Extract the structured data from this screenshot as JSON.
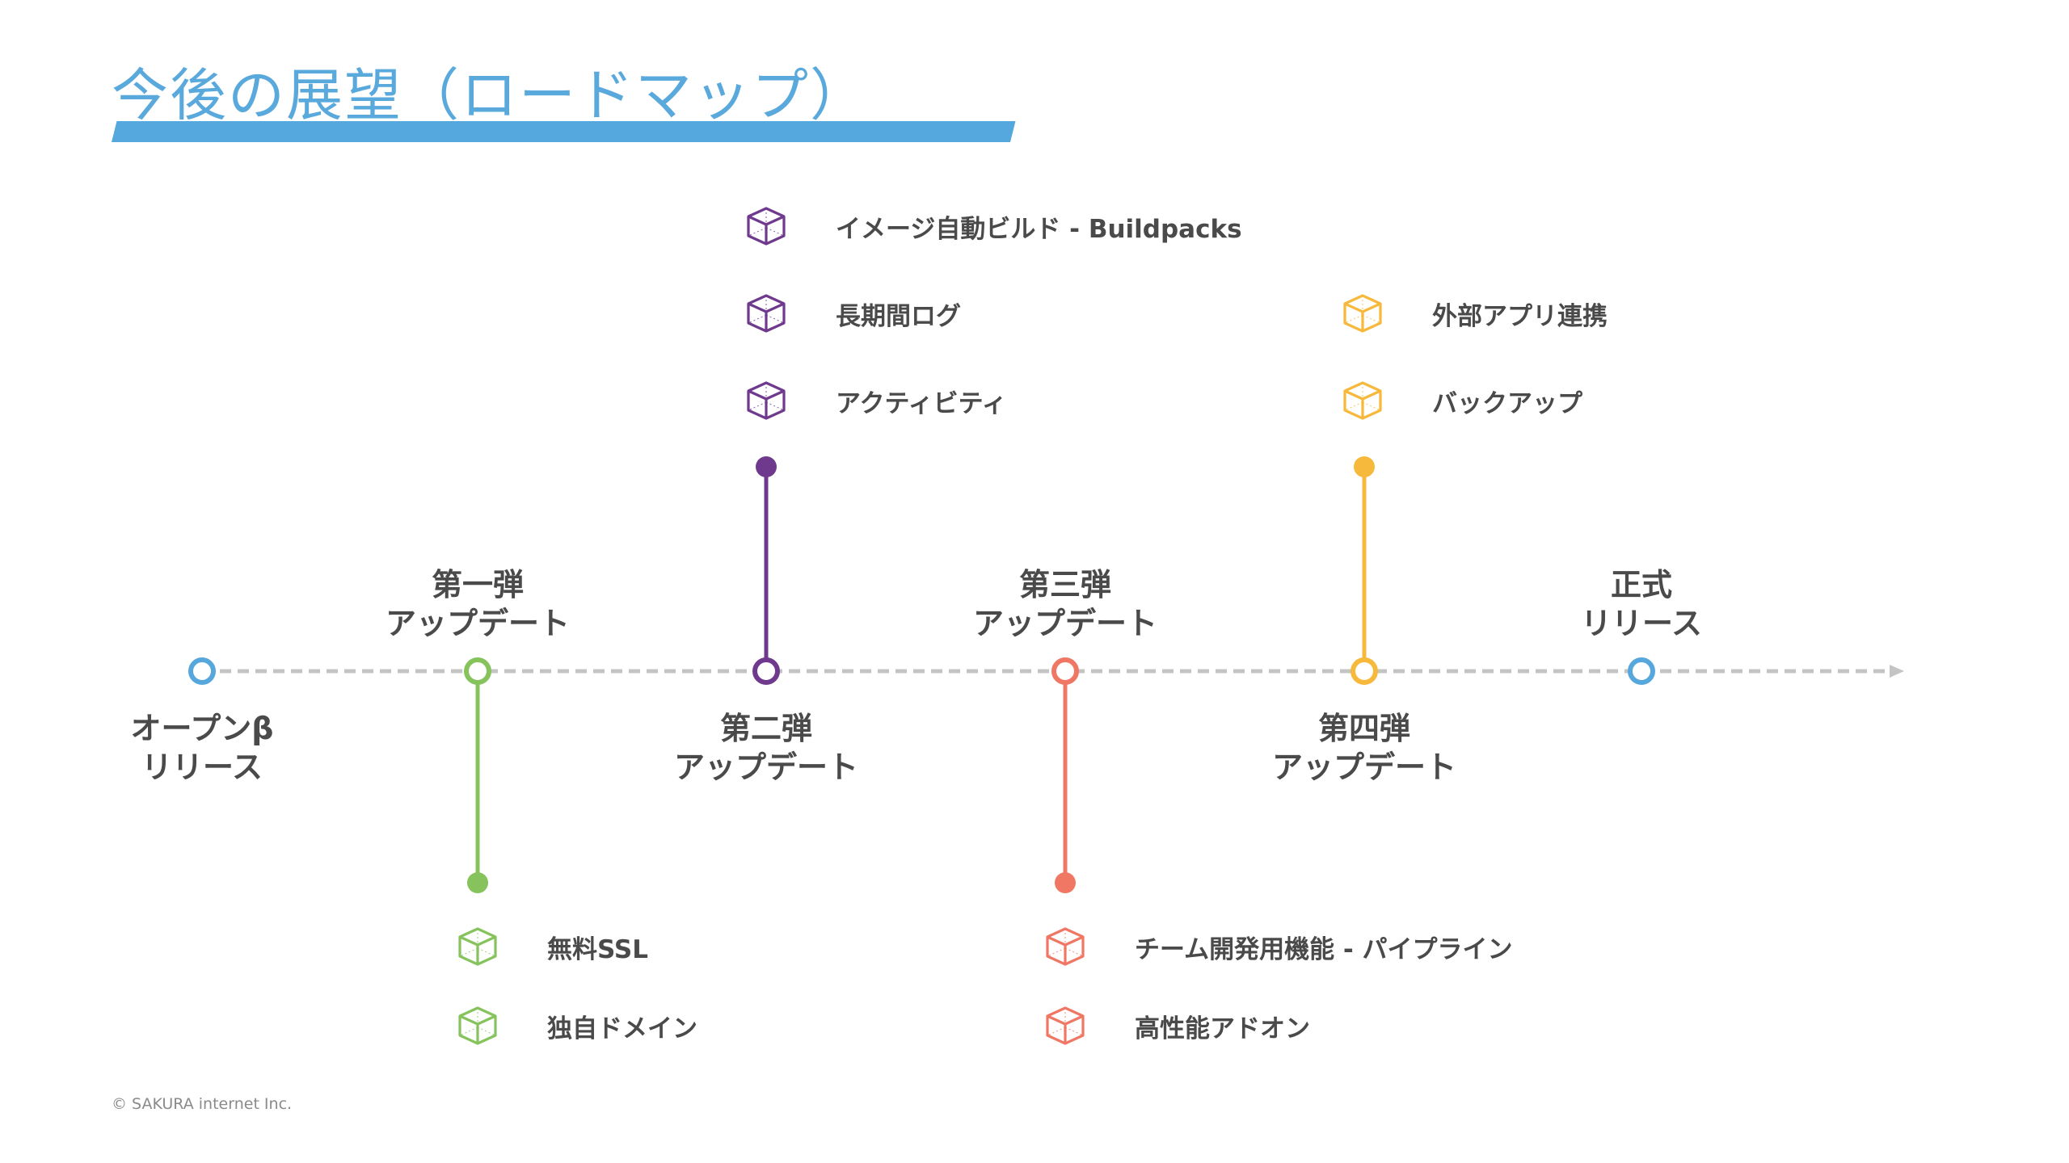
{
  "title": "今後の展望（ロードマップ）",
  "footer": "© SAKURA internet Inc.",
  "colors": {
    "title": "#5aa9dd",
    "blue": "#56a7dc",
    "green": "#86c35c",
    "purple": "#6f3a8e",
    "red": "#ef7764",
    "orange": "#f7b93b",
    "axis": "#c4c4c4"
  },
  "milestones": [
    {
      "id": "open-beta",
      "line1": "オープンβ",
      "line2": "リリース",
      "color": "#56a7dc"
    },
    {
      "id": "update-1",
      "line1": "第一弾",
      "line2": "アップデート",
      "color": "#86c35c"
    },
    {
      "id": "update-2",
      "line1": "第二弾",
      "line2": "アップデート",
      "color": "#6f3a8e"
    },
    {
      "id": "update-3",
      "line1": "第三弾",
      "line2": "アップデート",
      "color": "#ef7764"
    },
    {
      "id": "update-4",
      "line1": "第四弾",
      "line2": "アップデート",
      "color": "#f7b93b"
    },
    {
      "id": "release",
      "line1": "正式",
      "line2": "リリース",
      "color": "#56a7dc"
    }
  ],
  "features": {
    "update_1": [
      "無料SSL",
      "独自ドメイン"
    ],
    "update_2": [
      "イメージ自動ビルド - Buildpacks",
      "長期間ログ",
      "アクティビティ"
    ],
    "update_3": [
      "チーム開発用機能 - パイプライン",
      "高性能アドオン"
    ],
    "update_4": [
      "外部アプリ連携",
      "バックアップ"
    ]
  },
  "icon_name": "cube-icon"
}
